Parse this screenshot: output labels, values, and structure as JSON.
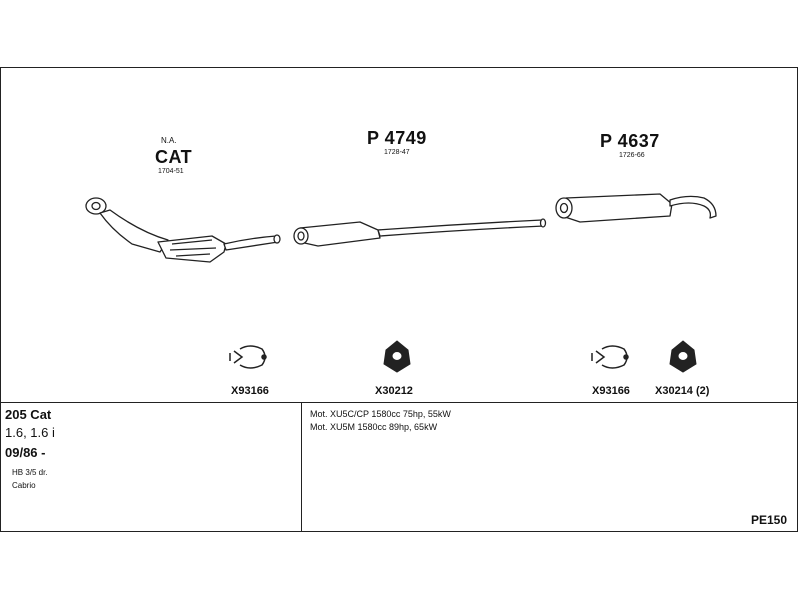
{
  "parts": {
    "cat": {
      "note": "N.A.",
      "name": "CAT",
      "code": "1704-51"
    },
    "p4749": {
      "name": "P 4749",
      "code": "1728-47"
    },
    "p4637": {
      "name": "P 4637",
      "code": "1726-66"
    }
  },
  "clamps": [
    {
      "label": "X93166",
      "icon": "clamp-icon"
    },
    {
      "label": "X30212",
      "icon": "gasket-icon"
    },
    {
      "label": "X93166",
      "icon": "clamp-icon"
    },
    {
      "label": "X30214 (2)",
      "icon": "gasket-icon"
    }
  ],
  "vehicle": {
    "model": "205 Cat",
    "engines": "1.6, 1.6 i",
    "date": "09/86 -",
    "body1": "HB 3/5 dr.",
    "body2": "Cabrio"
  },
  "motors": [
    "Mot. XU5C/CP 1580cc 75hp, 55kW",
    "Mot. XU5M 1580cc 89hp, 65kW"
  ],
  "ref": "PE150",
  "colors": {
    "line": "#222222",
    "fill": "#ffffff"
  }
}
